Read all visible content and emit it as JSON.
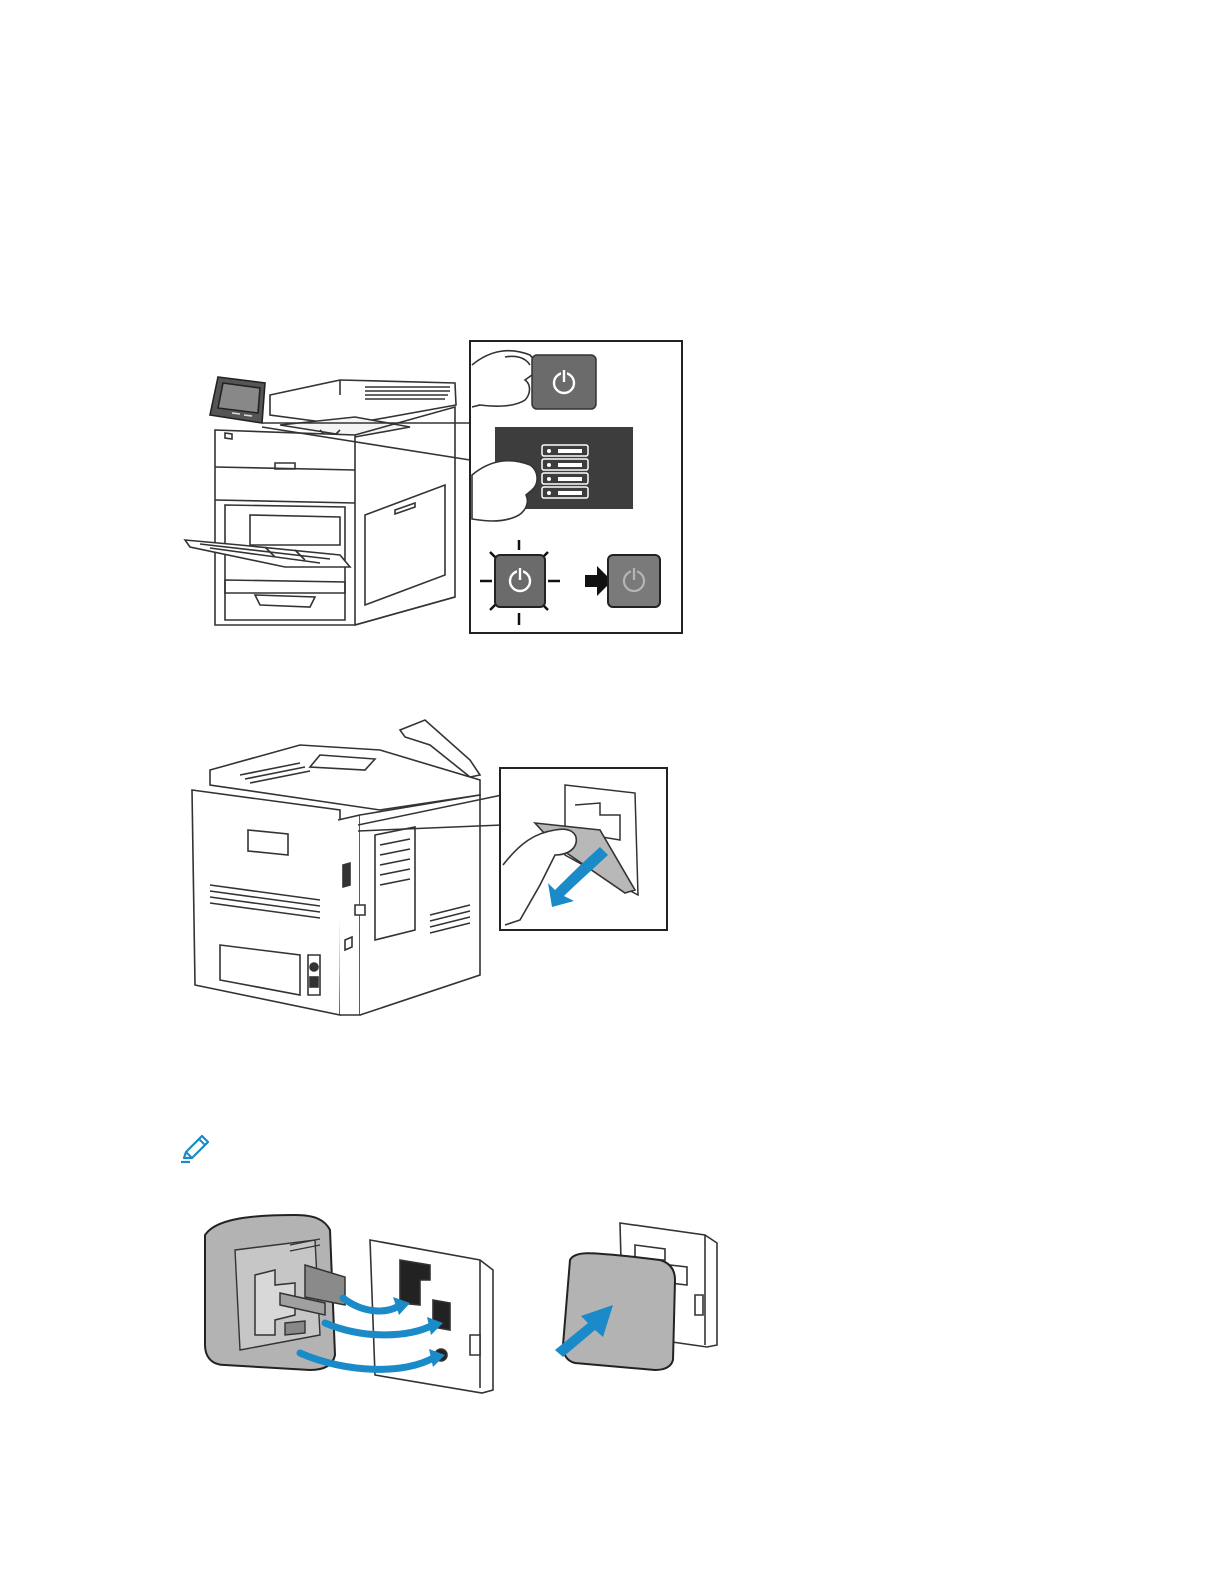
{
  "page": {
    "text_lines": []
  },
  "figures": [
    {
      "name": "power-off-procedure",
      "icons": [
        "printer-front-icon",
        "hand-press-icon",
        "power-button-icon",
        "power-menu-icon",
        "blinking-power-button-icon",
        "arrow-right-icon",
        "power-off-button-icon"
      ]
    },
    {
      "name": "open-rear-port-cover",
      "icons": [
        "printer-rear-icon",
        "hand-open-cover-icon",
        "curved-arrow-icon"
      ]
    },
    {
      "name": "install-wireless-adapter",
      "icons": [
        "wireless-adapter-icon",
        "connector-panel-icon",
        "insert-arrow-icon"
      ]
    }
  ],
  "note": {
    "icon": "pencil-note-icon"
  },
  "colors": {
    "accent": "#1a8ac8",
    "dark_panel": "#3d3d3d",
    "button_gray": "#6b6b6b",
    "line": "#333333"
  }
}
